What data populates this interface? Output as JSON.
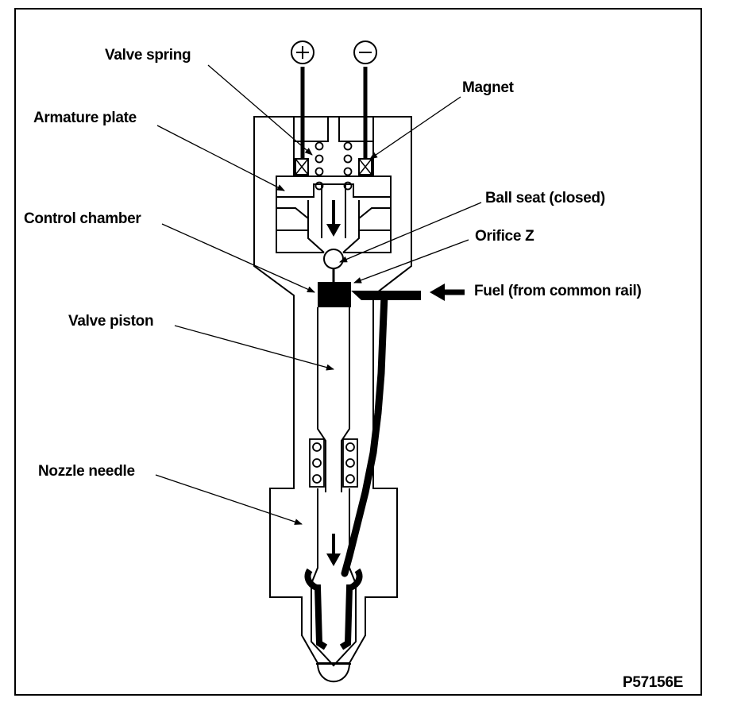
{
  "labels": {
    "valve_spring": "Valve spring",
    "magnet": "Magnet",
    "armature_plate": "Armature plate",
    "ball_seat": "Ball seat (closed)",
    "control_chamber": "Control chamber",
    "orifice_z": "Orifice Z",
    "fuel_inlet": "Fuel (from common rail)",
    "valve_piston": "Valve piston",
    "nozzle_needle": "Nozzle needle",
    "figure_code": "P57156E"
  },
  "terminals": {
    "positive": "+",
    "negative": "−"
  },
  "colors": {
    "line": "#000000",
    "background": "#ffffff"
  }
}
